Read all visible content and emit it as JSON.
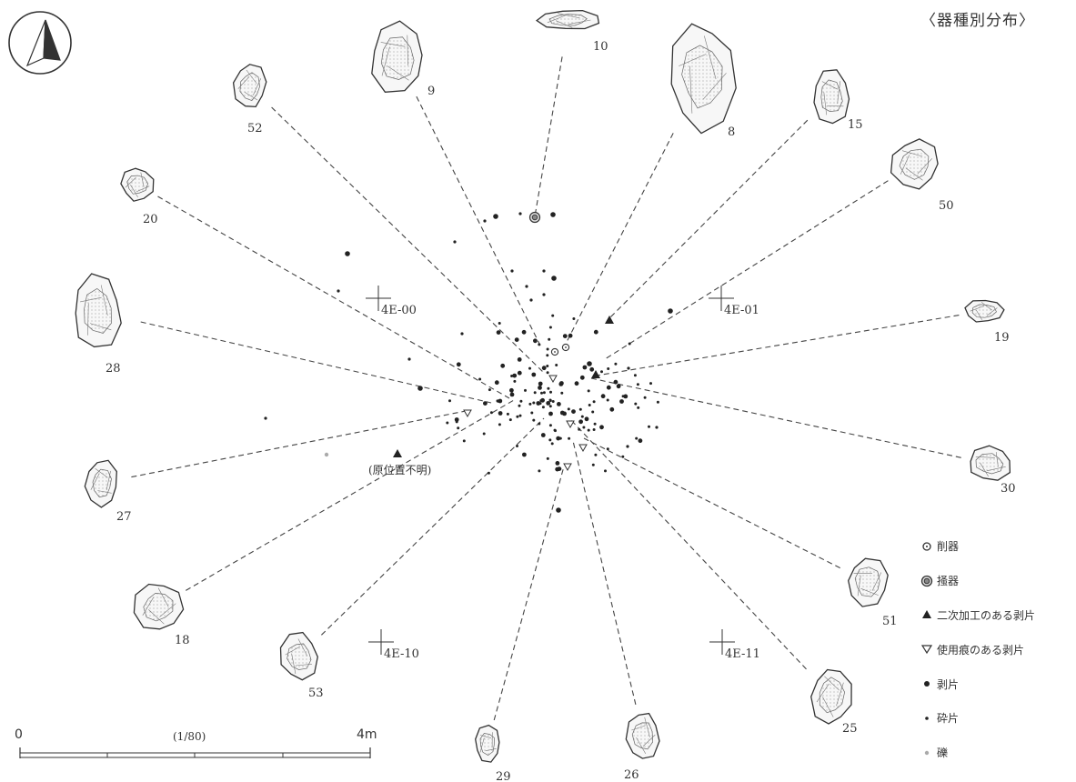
{
  "header": {
    "title": "〈器種別分布〉"
  },
  "north_arrow": {
    "icon": "north-arrow-icon"
  },
  "grid_markers": [
    {
      "id": "4e00",
      "label": "4E-00"
    },
    {
      "id": "4e01",
      "label": "4E-01"
    },
    {
      "id": "4e10",
      "label": "4E-10"
    },
    {
      "id": "4e11",
      "label": "4E-11"
    }
  ],
  "artifacts": [
    {
      "number": "10"
    },
    {
      "number": "9"
    },
    {
      "number": "8"
    },
    {
      "number": "52"
    },
    {
      "number": "15"
    },
    {
      "number": "20"
    },
    {
      "number": "50"
    },
    {
      "number": "28"
    },
    {
      "number": "19"
    },
    {
      "number": "27"
    },
    {
      "number": "30"
    },
    {
      "number": "18"
    },
    {
      "number": "51"
    },
    {
      "number": "53"
    },
    {
      "number": "25"
    },
    {
      "number": "29"
    },
    {
      "number": "26"
    }
  ],
  "unknown_position_note": "(原位置不明)",
  "legend": [
    {
      "label": "削器",
      "icon": "circle-open-icon"
    },
    {
      "label": "掻器",
      "icon": "circle-double-icon"
    },
    {
      "label": "二次加工のある剥片",
      "icon": "triangle-up-filled-icon"
    },
    {
      "label": "使用痕のある剥片",
      "icon": "triangle-down-open-icon"
    },
    {
      "label": "剥片",
      "icon": "dot-large-icon"
    },
    {
      "label": "砕片",
      "icon": "dot-small-icon"
    },
    {
      "label": "礫",
      "icon": "dot-gray-icon"
    }
  ],
  "scale_bar": {
    "start": "0",
    "ratio": "(1/80)",
    "end": "4m"
  },
  "colors": {
    "ink": "#333333",
    "fill": "#f4f4f4",
    "gravel": "#999999"
  }
}
